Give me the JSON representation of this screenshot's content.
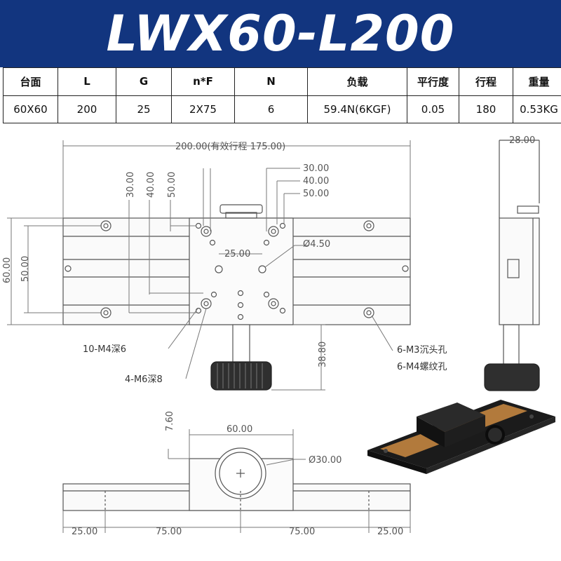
{
  "title": "LWX60-L200",
  "specs": {
    "headers": [
      "台面",
      "L",
      "G",
      "n*F",
      "N",
      "负载",
      "平行度",
      "行程",
      "重量"
    ],
    "values": [
      "60X60",
      "200",
      "25",
      "2X75",
      "6",
      "59.4N(6KGF)",
      "0.05",
      "180",
      "0.53KG"
    ]
  },
  "drawing": {
    "top_length": "200.00(有效行程 175.00)",
    "side_width": "28.00",
    "dim_30_left": "30.00",
    "dim_40_left": "40.00",
    "dim_50_left": "50.00",
    "dim_30_right": "30.00",
    "dim_40_right": "40.00",
    "dim_50_right": "50.00",
    "dim_25": "25.00",
    "dim_hole": "Ø4.50",
    "dim_60_height": "60.00",
    "dim_50_height": "50.00",
    "dim_38": "38.80",
    "callout_m4": "10-M4深6",
    "callout_m6": "4-M6深8",
    "callout_m3": "6-M3沉头孔",
    "callout_m4_thread": "6-M4螺纹孔",
    "dim_7_60": "7.60",
    "dim_60_front": "60.00",
    "dim_d30": "Ø30.00",
    "bottom_dims": [
      "25.00",
      "75.00",
      "75.00",
      "25.00"
    ]
  },
  "colors": {
    "banner": "#12357f",
    "line": "#555555",
    "knob": "#333333"
  }
}
